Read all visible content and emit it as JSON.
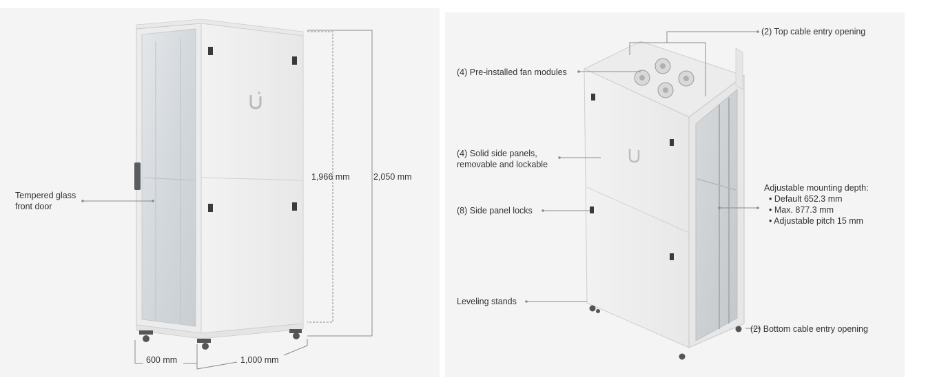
{
  "left_view": {
    "front_door_label_line1": "Tempered glass",
    "front_door_label_line2": "front door",
    "body_height": "1,966 mm",
    "total_height": "2,050 mm",
    "width": "600 mm",
    "depth": "1,000 mm"
  },
  "right_view": {
    "top_cable_entry": "(2) Top cable entry opening",
    "fan_modules": "(4) Pre-installed fan modules",
    "side_panels_line1": "(4) Solid side panels,",
    "side_panels_line2": "removable and lockable",
    "side_panel_locks": "(8) Side panel locks",
    "leveling_stands": "Leveling stands",
    "bottom_cable_entry": "(2) Bottom cable entry opening",
    "mounting_depth_title": "Adjustable mounting depth:",
    "mounting_depth_items": [
      "Default 652.3 mm",
      "Max. 877.3 mm",
      "Adjustable pitch 15 mm"
    ]
  }
}
